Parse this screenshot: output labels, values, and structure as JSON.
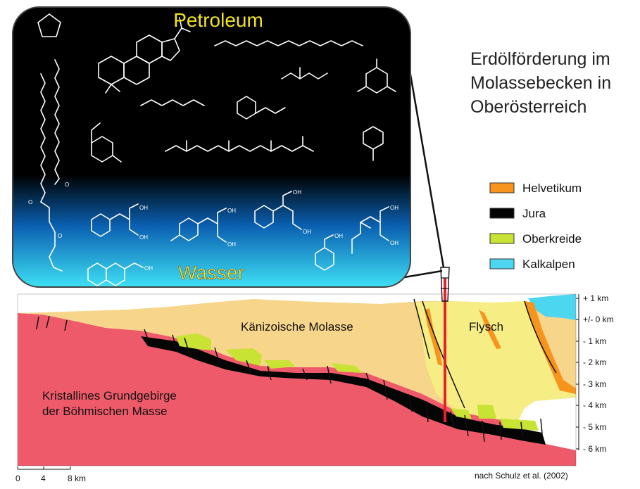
{
  "inset": {
    "title_top": "Petroleum",
    "title_bottom": "Wasser"
  },
  "main_title": {
    "line1": "Erdölförderung im",
    "line2": "Molassebecken in",
    "line3": "Oberösterreich"
  },
  "legend": [
    {
      "label": "Helvetikum",
      "color": "#f7941d"
    },
    {
      "label": "Jura",
      "color": "#050505"
    },
    {
      "label": "Oberkreide",
      "color": "#c8e334"
    },
    {
      "label": "Kalkalpen",
      "color": "#4dd6f0"
    }
  ],
  "depth_scale": [
    "+ 1 km",
    "+/- 0 km",
    "- 1 km",
    "- 2 km",
    "- 3 km",
    "- 4 km",
    "- 5 km",
    "- 6 km"
  ],
  "regions": {
    "molasse": "Känizoische Molasse",
    "flysch": "Flysch",
    "basement_line1": "Kristallines Grundgebirge",
    "basement_line2": "der Böhmischen Masse"
  },
  "scale_bar": [
    "0",
    "4",
    "8 km"
  ],
  "source": "nach Schulz et al. (2002)",
  "colors": {
    "basement": "#ef5a6a",
    "molasse": "#f7d58a",
    "flysch": "#f6ee84",
    "helvetikum": "#f7941d",
    "jura": "#050505",
    "oberkreide": "#c8e334",
    "kalkalpen": "#4dd6f0",
    "well": "#e8202a",
    "inset_top": "#000000",
    "inset_bottom": "#35d6f2"
  }
}
